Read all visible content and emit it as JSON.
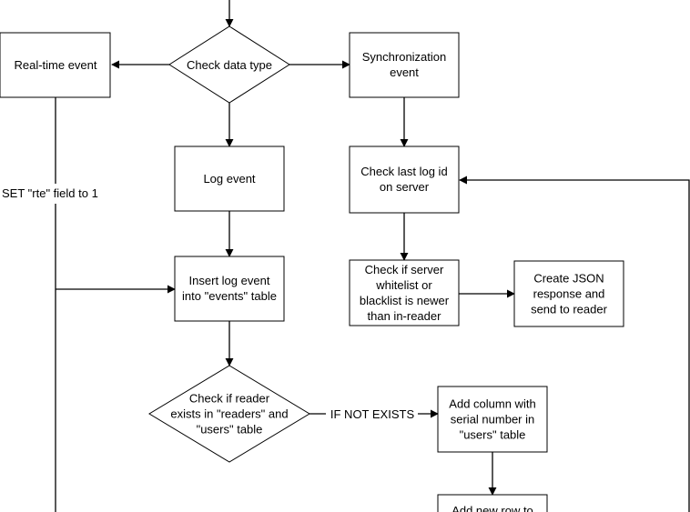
{
  "diagram": {
    "nodes": {
      "realtime": {
        "label": "Real-time event"
      },
      "check_type": {
        "label": "Check data type"
      },
      "sync": {
        "label": "Synchronization event"
      },
      "log_event": {
        "label": "Log event"
      },
      "check_last": {
        "label": "Check last log id on server"
      },
      "insert_log": {
        "label": "Insert log event into \"events\" table"
      },
      "check_whitelist": {
        "label": "Check if server whitelist or blacklist is newer than in-reader"
      },
      "create_json": {
        "label": "Create JSON response and send to reader"
      },
      "check_reader": {
        "label": "Check if reader exists in \"readers\" and \"users\" table"
      },
      "add_column": {
        "label": "Add column with serial number in \"users\" table"
      },
      "add_row": {
        "label": "Add new row to"
      }
    },
    "edges": {
      "set_rte": {
        "label": "SET \"rte\" field to 1"
      },
      "if_not_exists": {
        "label": "IF NOT EXISTS"
      }
    }
  }
}
